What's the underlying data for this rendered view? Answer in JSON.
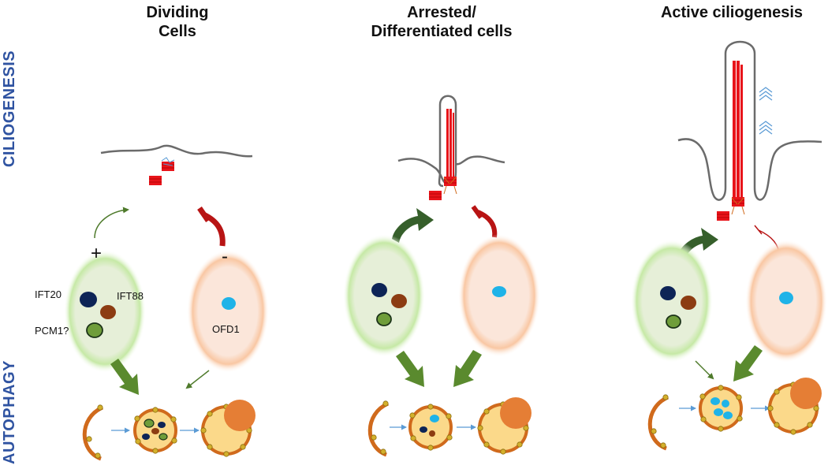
{
  "side_labels": {
    "top": "CILIOGENESIS",
    "bottom": "AUTOPHAGY"
  },
  "columns": [
    {
      "title_line1": "Dividing",
      "title_line2": "Cells"
    },
    {
      "title_line1": "Arrested/",
      "title_line2": "Differentiated cells"
    },
    {
      "title_line1": "Active ciliogenesis",
      "title_line2": ""
    }
  ],
  "signs": {
    "plus": "+",
    "minus": "-"
  },
  "proteins": {
    "ift20": "IFT20",
    "ift88": "IFT88",
    "pcm1": "PCM1?",
    "ofd1": "OFD1"
  },
  "colors": {
    "cilium_red": "#e8141a",
    "membrane_gray": "#6b6b6b",
    "arrow_green": "#4e7a2b",
    "inhibit_red": "#b81414",
    "ift20_navy": "#0d2456",
    "ift88_brown": "#8c3c12",
    "pcm1_green": "#6f9d3a",
    "ofd1_blue": "#1fb3e8",
    "autophagosome_orange": "#d06a1c",
    "lysosome_orange": "#e57e35",
    "vesicle_fill": "#fbd98a"
  }
}
